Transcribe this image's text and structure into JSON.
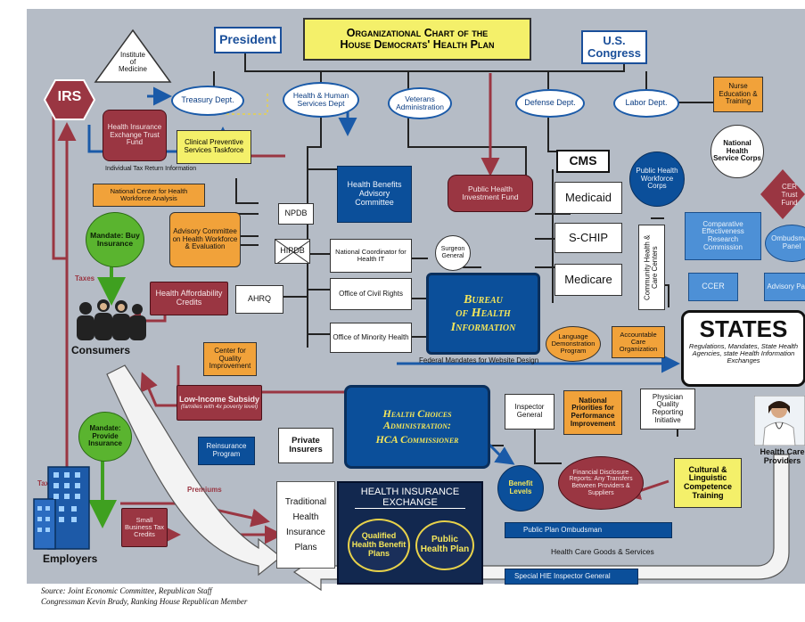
{
  "title": {
    "line1": "Organizational Chart of the",
    "line2": "House Democrats' Health Plan"
  },
  "top": {
    "president": "President",
    "congress_1": "U.S.",
    "congress_2": "Congress",
    "iom_1": "Institute",
    "iom_2": "of",
    "iom_3": "Medicine",
    "irs": "IRS"
  },
  "departments": {
    "treasury": "Treasury Dept.",
    "hhs": "Health & Human Services Dept",
    "va": "Veterans Administration",
    "defense": "Defense Dept.",
    "labor": "Labor Dept."
  },
  "nodes": {
    "nurse_education": "Nurse Education & Training",
    "trust_fund": "Health Insurance Exchange Trust Fund",
    "clinical_preventive": "Clinical Preventive Services Taskforce",
    "tax_return_info": "Individual Tax Return Information",
    "ncfhwa": "National Center for Health Workforce Analysis",
    "hbac": "Health Benefits Advisory Committee",
    "phif": "Public Health Investment Fund",
    "cms": "CMS",
    "medicaid": "Medicaid",
    "schip": "S-CHIP",
    "medicare": "Medicare",
    "chcc": "Community Health & Care Centers",
    "phwc": "Public Health Workforce Corps",
    "nhsc": "National Health Service Corps",
    "cer_trust": "CER Trust Fund",
    "cer_commission": "Comparative Effectiveness Research Commission",
    "ombudsman_panel": "Ombudsman Panel",
    "ccer": "CCER",
    "advisory_panel": "Advisory Panel",
    "mandate_buy": "Mandate: Buy Insurance",
    "advisory_committee": "Advisory Committee on Health Workforce & Evaluation",
    "npdb": "NPDB",
    "hipdb": "HIPDB",
    "ncfhit": "National Coordinator for Health IT",
    "ocr": "Office of Civil Rights",
    "omh": "Office of Minority Health",
    "surgeon_general": "Surgeon General",
    "boh_1": "Bureau",
    "boh_2": "of Health",
    "boh_3": "Information",
    "taxes": "Taxes",
    "hac": "Health Affordability Credits",
    "ahrq": "AHRQ",
    "consumers": "Consumers",
    "cqi": "Center for Quality Improvement",
    "ldp": "Language Demonstration Program",
    "aco": "Accountable Care Organization",
    "states": "STATES",
    "states_sub": "Regulations, Mandates, State Health Agencies, state Health Information Exchanges",
    "federal_mandates": "Federal Mandates for Website Design",
    "lis_1": "Low-Income Subsidy",
    "lis_2": "(families with 4x poverty level)",
    "hca_1": "Health Choices Administration:",
    "hca_2": "HCA Commissioner",
    "inspector_general": "Inspector General",
    "npfpi": "National Priorities for Performance Improvement",
    "pqri": "Physician Quality Reporting Initiative",
    "mandate_provide": "Mandate: Provide Insurance",
    "reinsurance": "Reinsurance Program",
    "private_insurers": "Private Insurers",
    "benefit_levels": "Benefit Levels",
    "financial_disclosure": "Financial Disclosure Reports: Any Transfers Between Providers & Suppliers",
    "cultural_competence": "Cultural & Linguistic Competence Training",
    "health_care_providers": "Health Care Providers",
    "premiums": "Premiums",
    "taxes_2": "Taxes",
    "thip": "Traditional Health Insurance Plans",
    "hie_title": "Health Insurance Exchange",
    "qhbp": "Qualified Health Benefit Plans",
    "php": "Public Health Plan",
    "small_business": "Small Business Tax Credits",
    "employers": "Employers",
    "public_plan_ombudsman": "Public Plan Ombudsman",
    "hcgs": "Health Care Goods & Services",
    "special_ig": "Special HIE Inspector General"
  },
  "source": {
    "line1": "Source: Joint Economic Committee, Republican Staff",
    "line2": "Congressman Kevin Brady, Ranking House Republican Member"
  },
  "colors": {
    "background": "#b5bcc6",
    "maroon": "#9a3642",
    "dark_blue": "#0b4f9a",
    "orange": "#f1a23a",
    "yellow": "#f4f06a",
    "green": "#5ab42f",
    "navy": "#12284f"
  },
  "icons": [
    "consumers-people-icon",
    "employers-building-icon",
    "health-care-provider-icon",
    "institute-of-medicine-triangle-icon",
    "irs-hexagon-icon"
  ]
}
